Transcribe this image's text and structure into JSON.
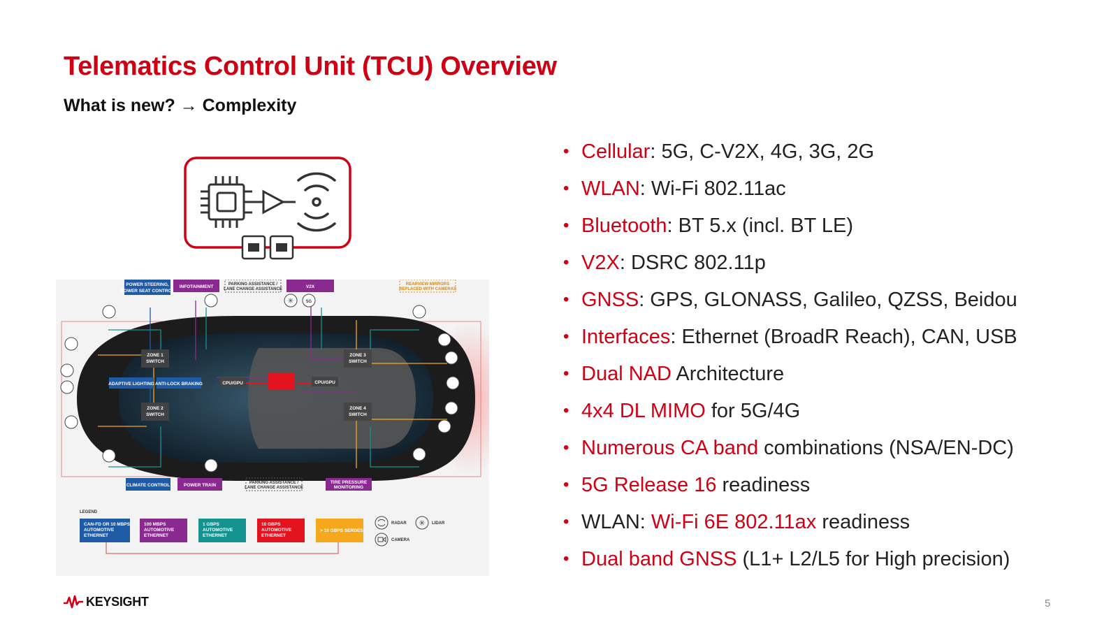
{
  "title": "Telematics Control Unit (TCU) Overview",
  "subtitle": "What is new? → Complexity",
  "bullets": [
    {
      "red": "Cellular",
      "rest": ": 5G, C-V2X, 4G, 3G, 2G"
    },
    {
      "red": "WLAN",
      "rest": ": Wi-Fi 802.11ac"
    },
    {
      "red": "Bluetooth",
      "rest": ": BT 5.x (incl. BT LE)"
    },
    {
      "red": "V2X",
      "rest": ": DSRC 802.11p"
    },
    {
      "red": "GNSS",
      "rest": ": GPS, GLONASS, Galileo, QZSS, Beidou"
    },
    {
      "red": "Interfaces",
      "rest": ": Ethernet (BroadR Reach), CAN, USB"
    },
    {
      "red": "Dual NAD",
      "rest": " Architecture"
    },
    {
      "red": "4x4 DL MIMO",
      "rest": " for 5G/4G"
    },
    {
      "red": "Numerous CA band",
      "rest": " combinations (NSA/EN-DC)"
    },
    {
      "red": "5G Release 16",
      "rest": " readiness"
    },
    {
      "pre": "WLAN: ",
      "red": "Wi-Fi 6E 802.11ax",
      "rest": " readiness"
    },
    {
      "red": "Dual band GNSS",
      "rest": " (L1+ L2/L5 for High precision)"
    }
  ],
  "diagram": {
    "top_labels": {
      "power_steering": [
        "POWER STEERING,",
        "POWER SEAT CONTROL"
      ],
      "infotainment": "INFOTAINMENT",
      "parking_top": [
        "PARKING ASSISTANCE /",
        "LANE CHANGE ASSISTANCE"
      ],
      "v2x": "V2X",
      "rearview": [
        "REARVIEW MIRRORS",
        "REPLACED WITH CAMERAS"
      ]
    },
    "zones": {
      "zone1": [
        "ZONE 1",
        "SWITCH"
      ],
      "zone2": [
        "ZONE 2",
        "SWITCH"
      ],
      "zone3": [
        "ZONE 3",
        "SWITCH"
      ],
      "zone4": [
        "ZONE 4",
        "SWITCH"
      ]
    },
    "mid_labels": {
      "adaptive_lighting": "ADAPTIVE LIGHTING",
      "anti_lock": "ANTI-LOCK BRAKING",
      "cpu_left": "CPU/GPU",
      "cpu_right": "CPU/GPU",
      "five_g": "5G"
    },
    "bottom_labels": {
      "climate": "CLIMATE CONTROL",
      "power_train": "POWER TRAIN",
      "parking_bottom": [
        "PARKING ASSISTANCE /",
        "LANE CHANGE ASSISTANCE"
      ],
      "tire": [
        "TIRE PRESSURE",
        "MONITORING"
      ]
    },
    "legend": {
      "title": "LEGEND",
      "items": [
        {
          "lines": [
            "CAN-FD OR 10 MBPS",
            "AUTOMOTIVE",
            "ETHERNET"
          ],
          "color": "#1f5aa6"
        },
        {
          "lines": [
            "100 MBPS",
            "AUTOMOTIVE",
            "ETHERNET"
          ],
          "color": "#8a2a91"
        },
        {
          "lines": [
            "1 GBPS",
            "AUTOMOTIVE",
            "ETHERNET"
          ],
          "color": "#13928f"
        },
        {
          "lines": [
            "10 GBPS",
            "AUTOMOTIVE",
            "ETHERNET"
          ],
          "color": "#e3141e"
        },
        {
          "lines": [
            "> 10 GBPS SERDES"
          ],
          "color": "#f5a81c"
        }
      ],
      "radar": "RADAR",
      "lidar": "LIDAR",
      "camera": "CAMERA"
    }
  },
  "footer": {
    "brand": "KEYSIGHT",
    "page": "5"
  },
  "colors": {
    "accent": "#d00014",
    "blue": "#1f5aa6",
    "purple": "#8a2a91",
    "teal": "#13928f",
    "orange": "#f5a81c"
  }
}
